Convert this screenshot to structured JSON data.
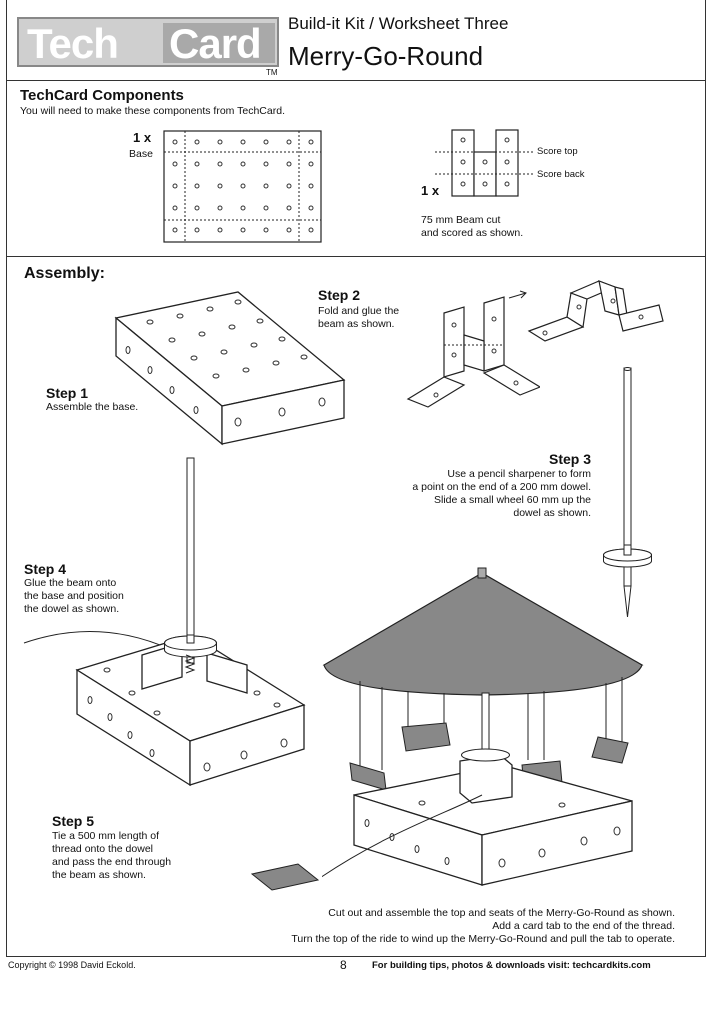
{
  "header": {
    "logo_part1": "Tech",
    "logo_part2": "Card",
    "trademark": "TM",
    "subtitle": "Build-it Kit / Worksheet Three",
    "title": "Merry-Go-Round"
  },
  "components": {
    "heading": "TechCard Components",
    "intro": "You will need to make these components from TechCard.",
    "base_qty": "1 x",
    "base_label": "Base",
    "beam_qty": "1 x",
    "score_top": "Score top",
    "score_back": "Score back",
    "beam_desc_1": "75 mm Beam cut",
    "beam_desc_2": "and scored as shown."
  },
  "assembly": {
    "heading": "Assembly:",
    "step1_title": "Step 1",
    "step1_text": "Assemble the base.",
    "step2_title": "Step 2",
    "step2_text_1": "Fold and glue the",
    "step2_text_2": "beam as shown.",
    "step3_title": "Step 3",
    "step3_text_1": "Use a pencil sharpener to form",
    "step3_text_2": "a point on the end of a 200 mm dowel.",
    "step3_text_3": "Slide a small wheel 60 mm up the",
    "step3_text_4": "dowel as shown.",
    "step4_title": "Step 4",
    "step4_text_1": "Glue the beam onto",
    "step4_text_2": "the base and position",
    "step4_text_3": "the dowel as shown.",
    "step5_title": "Step 5",
    "step5_text_1": "Tie a 500 mm length of",
    "step5_text_2": "thread onto the dowel",
    "step5_text_3": "and pass the end through",
    "step5_text_4": "the beam as shown.",
    "final_1": "Cut out and assemble the top and seats of the Merry-Go-Round as shown.",
    "final_2": "Add a card tab to the end of the thread.",
    "final_3": "Turn the top of the ride to wind up the Merry-Go-Round and pull the tab to operate."
  },
  "footer": {
    "copyright": "Copyright © 1998 David Eckold.",
    "page_number": "8",
    "visit": "For building tips, photos & downloads visit: techcardkits.com"
  }
}
